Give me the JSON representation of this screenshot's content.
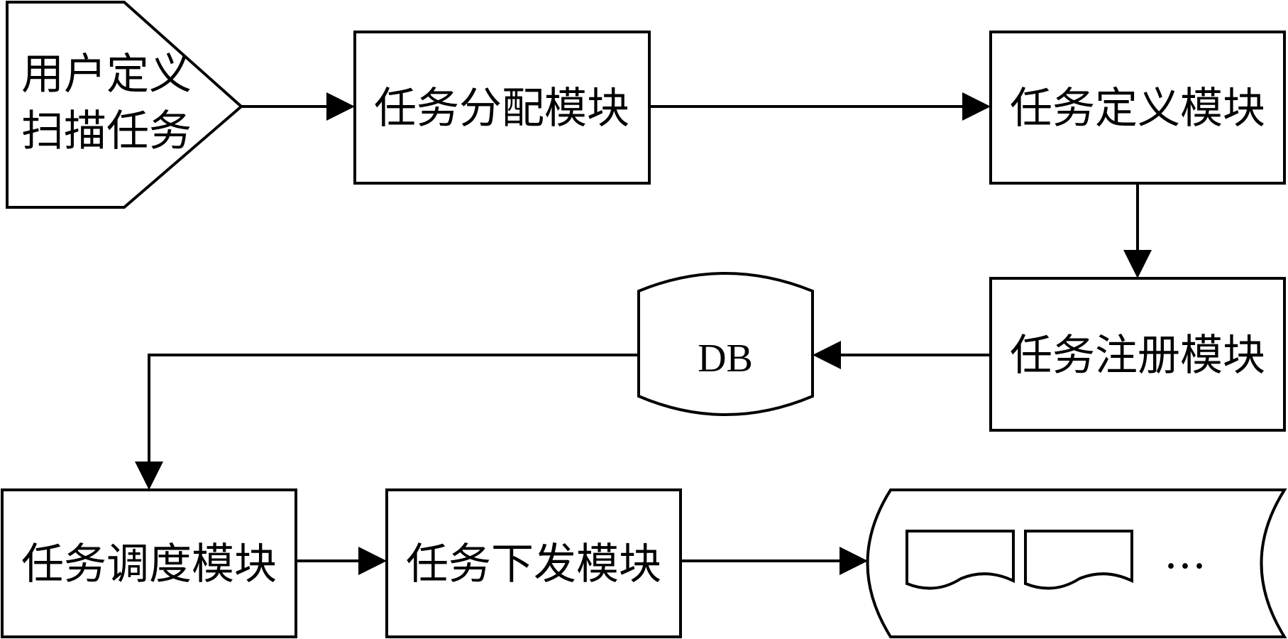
{
  "nodes": {
    "user_task": {
      "line1": "用户定义",
      "line2": "扫描任务"
    },
    "allocation": "任务分配模块",
    "definition": "任务定义模块",
    "registration": "任务注册模块",
    "database": "DB",
    "scheduling": "任务调度模块",
    "dispatch": "任务下发模块",
    "queue": {
      "ellipsis": "…"
    }
  }
}
